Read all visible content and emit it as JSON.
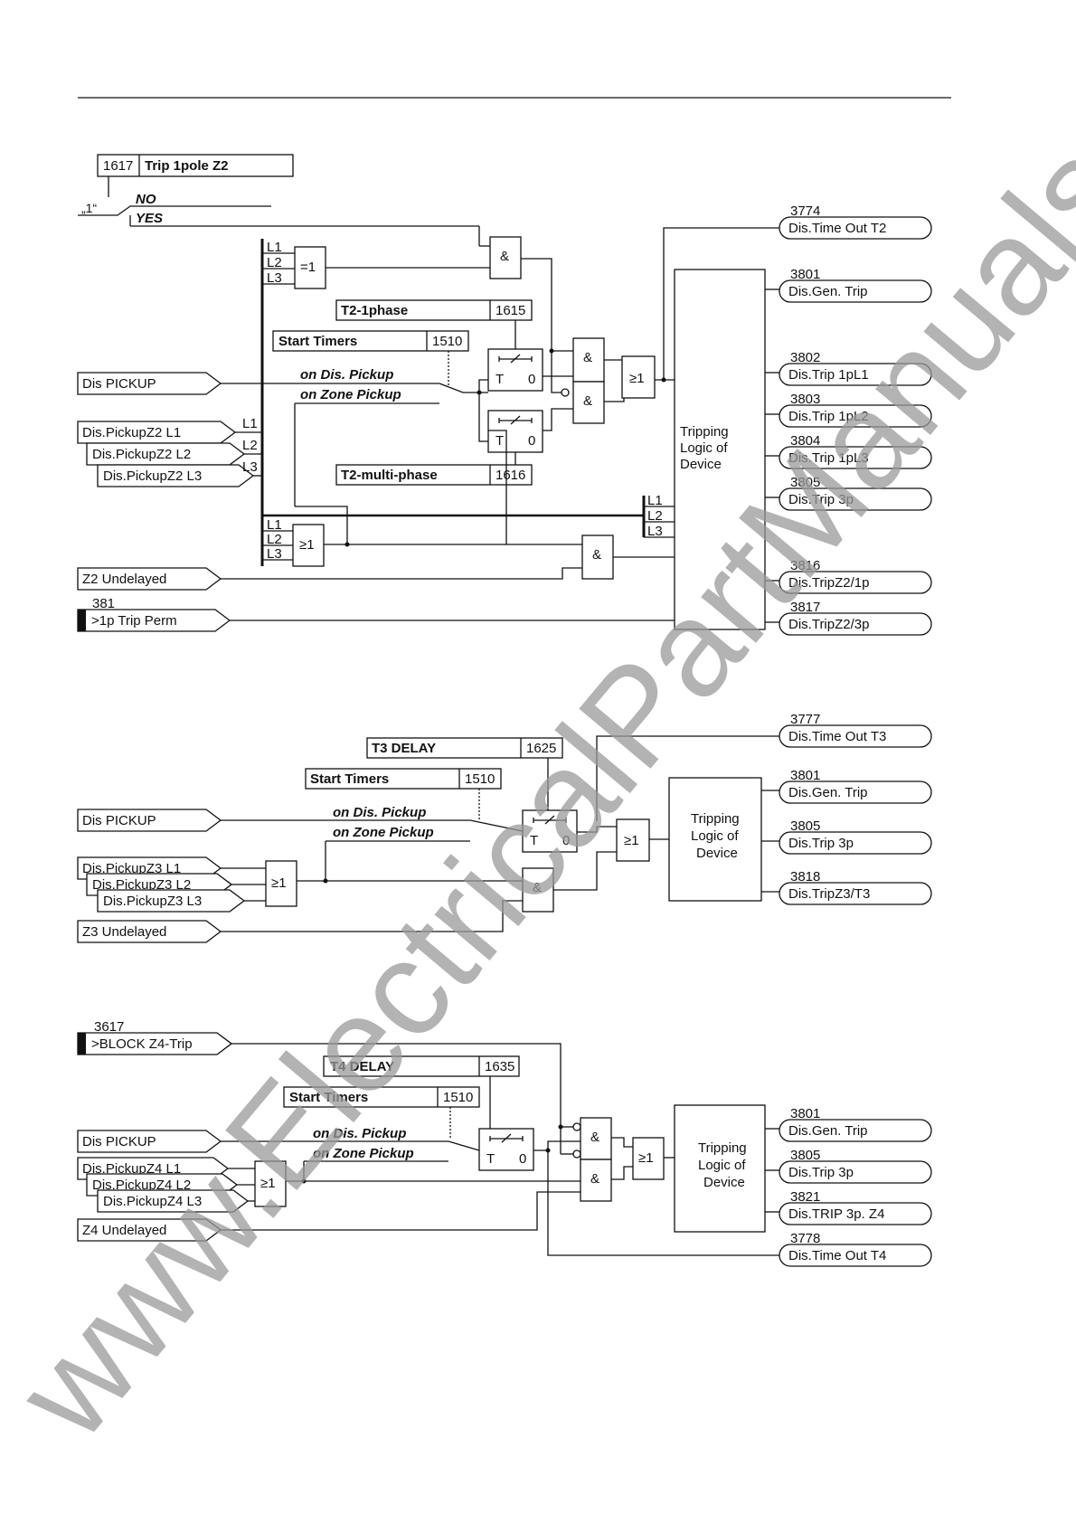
{
  "diagram_z2": {
    "param_trip1pole": {
      "num": "1617",
      "label": "Trip 1pole Z2"
    },
    "const_one": "„1“",
    "opt_no": "NO",
    "opt_yes": "YES",
    "bus_l1": "L1",
    "bus_l2": "L2",
    "bus_l3": "L3",
    "gate_xor": "=1",
    "gate_and": "&",
    "gate_or": "≥1",
    "param_t2_1phase": {
      "label": "T2-1phase",
      "num": "1615"
    },
    "param_start_timers": {
      "label": "Start Timers",
      "num": "1510"
    },
    "param_t2_multi": {
      "label": "T2-multi-phase",
      "num": "1616"
    },
    "opt_dis_pickup": "on Dis. Pickup",
    "opt_zone_pickup": "on Zone Pickup",
    "timer_t": "T",
    "timer_0": "0",
    "in_dis_pickup": "Dis PICKUP",
    "in_pickup_l1": "Dis.PickupZ2 L1",
    "in_pickup_l2": "Dis.PickupZ2 L2",
    "in_pickup_l3": "Dis.PickupZ2 L3",
    "in_undelayed": "Z2 Undelayed",
    "in_1p_trip_num": "381",
    "in_1p_trip": ">1p Trip Perm",
    "tripping_logic": [
      "Tripping",
      "Logic of",
      "Device"
    ],
    "out_timeout": {
      "num": "3774",
      "label": "Dis.Time Out T2"
    },
    "out_gen_trip": {
      "num": "3801",
      "label": "Dis.Gen. Trip"
    },
    "out_trip_1pl1": {
      "num": "3802",
      "label": "Dis.Trip 1pL1"
    },
    "out_trip_1pl2": {
      "num": "3803",
      "label": "Dis.Trip 1pL2"
    },
    "out_trip_1pl3": {
      "num": "3804",
      "label": "Dis.Trip 1pL3"
    },
    "out_trip_3p": {
      "num": "3805",
      "label": "Dis.Trip 3p"
    },
    "out_tripz2_1p": {
      "num": "3816",
      "label": "Dis.TripZ2/1p"
    },
    "out_tripz2_3p": {
      "num": "3817",
      "label": "Dis.TripZ2/3p"
    }
  },
  "diagram_z3": {
    "param_t3_delay": {
      "label": "T3 DELAY",
      "num": "1625"
    },
    "param_start_timers": {
      "label": "Start Timers",
      "num": "1510"
    },
    "opt_dis_pickup": "on Dis. Pickup",
    "opt_zone_pickup": "on Zone Pickup",
    "in_dis_pickup": "Dis PICKUP",
    "in_pickup_l1": "Dis.PickupZ3 L1",
    "in_pickup_l2": "Dis.PickupZ3 L2",
    "in_pickup_l3": "Dis.PickupZ3 L3",
    "in_undelayed": "Z3 Undelayed",
    "out_timeout": {
      "num": "3777",
      "label": "Dis.Time Out T3"
    },
    "out_gen_trip": {
      "num": "3801",
      "label": "Dis.Gen. Trip"
    },
    "out_trip_3p": {
      "num": "3805",
      "label": "Dis.Trip 3p"
    },
    "out_tripz3": {
      "num": "3818",
      "label": "Dis.TripZ3/T3"
    }
  },
  "diagram_z4": {
    "in_block_num": "3617",
    "in_block": ">BLOCK Z4-Trip",
    "param_t4_delay": {
      "label": "T4 DELAY",
      "num": "1635"
    },
    "param_start_timers": {
      "label": "Start Timers",
      "num": "1510"
    },
    "opt_dis_pickup": "on Dis. Pickup",
    "opt_zone_pickup": "on Zone Pickup",
    "in_dis_pickup": "Dis PICKUP",
    "in_pickup_l1": "Dis.PickupZ4 L1",
    "in_pickup_l2": "Dis.PickupZ4 L2",
    "in_pickup_l3": "Dis.PickupZ4 L3",
    "in_undelayed": "Z4 Undelayed",
    "out_gen_trip": {
      "num": "3801",
      "label": "Dis.Gen. Trip"
    },
    "out_trip_3p": {
      "num": "3805",
      "label": "Dis.Trip 3p"
    },
    "out_trip_3p_z4": {
      "num": "3821",
      "label": "Dis.TRIP 3p. Z4"
    },
    "out_timeout": {
      "num": "3778",
      "label": "Dis.Time Out T4"
    }
  },
  "watermark": "www.ElectricalPartManuals.com"
}
